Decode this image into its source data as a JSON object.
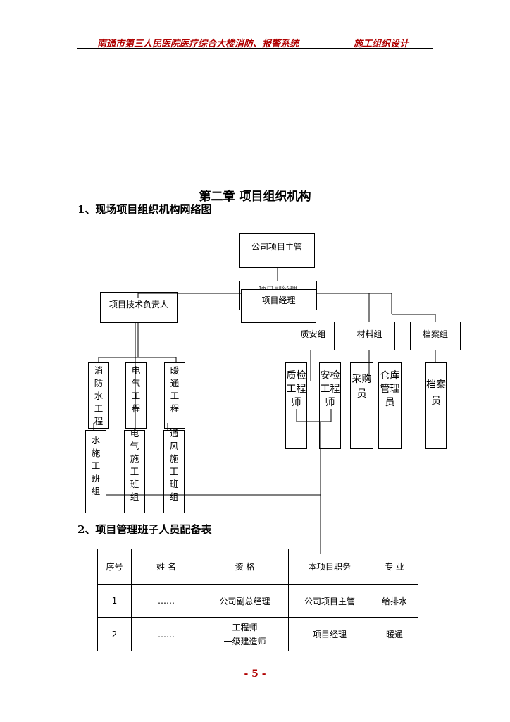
{
  "header": {
    "left": "南通市第三人民医院医疗综合大楼消防、报警系统",
    "right": "施工组织设计"
  },
  "chapter_title": "第二章  项目组织机构",
  "section1": "1、现场项目组织机构网络图",
  "section2": "2、项目管理班子人员配备表",
  "org": {
    "top": "公司项目主管",
    "manager_hidden": "项目副经理",
    "manager": "项目经理",
    "tech_lead": "项目技术负责人",
    "groups": [
      "质安组",
      "材料组",
      "档案组"
    ],
    "engineers": [
      "消\n防\n水\n工\n程",
      "电\n气\n工\n程",
      "暖\n通\n工\n程"
    ],
    "crews": [
      "水\n施\n工\n班\n组",
      "电\n气\n施\n工\n班\n组",
      "通\n风\n施\n工\n班\n组"
    ],
    "staff": [
      "质检\n工程\n师",
      "安检\n工程\n师",
      "采购\n员",
      "仓库\n管理\n员",
      "档案\n员"
    ]
  },
  "table": {
    "headers": [
      "序号",
      "姓  名",
      "资  格",
      "本项目职务",
      "专  业"
    ],
    "rows": [
      [
        "1",
        "……",
        "公司副总经理",
        "公司项目主管",
        "给排水"
      ],
      [
        "2",
        "……",
        "工程师\n一级建造师",
        "项目经理",
        "暖通"
      ]
    ]
  },
  "page_number": "- 5 -"
}
